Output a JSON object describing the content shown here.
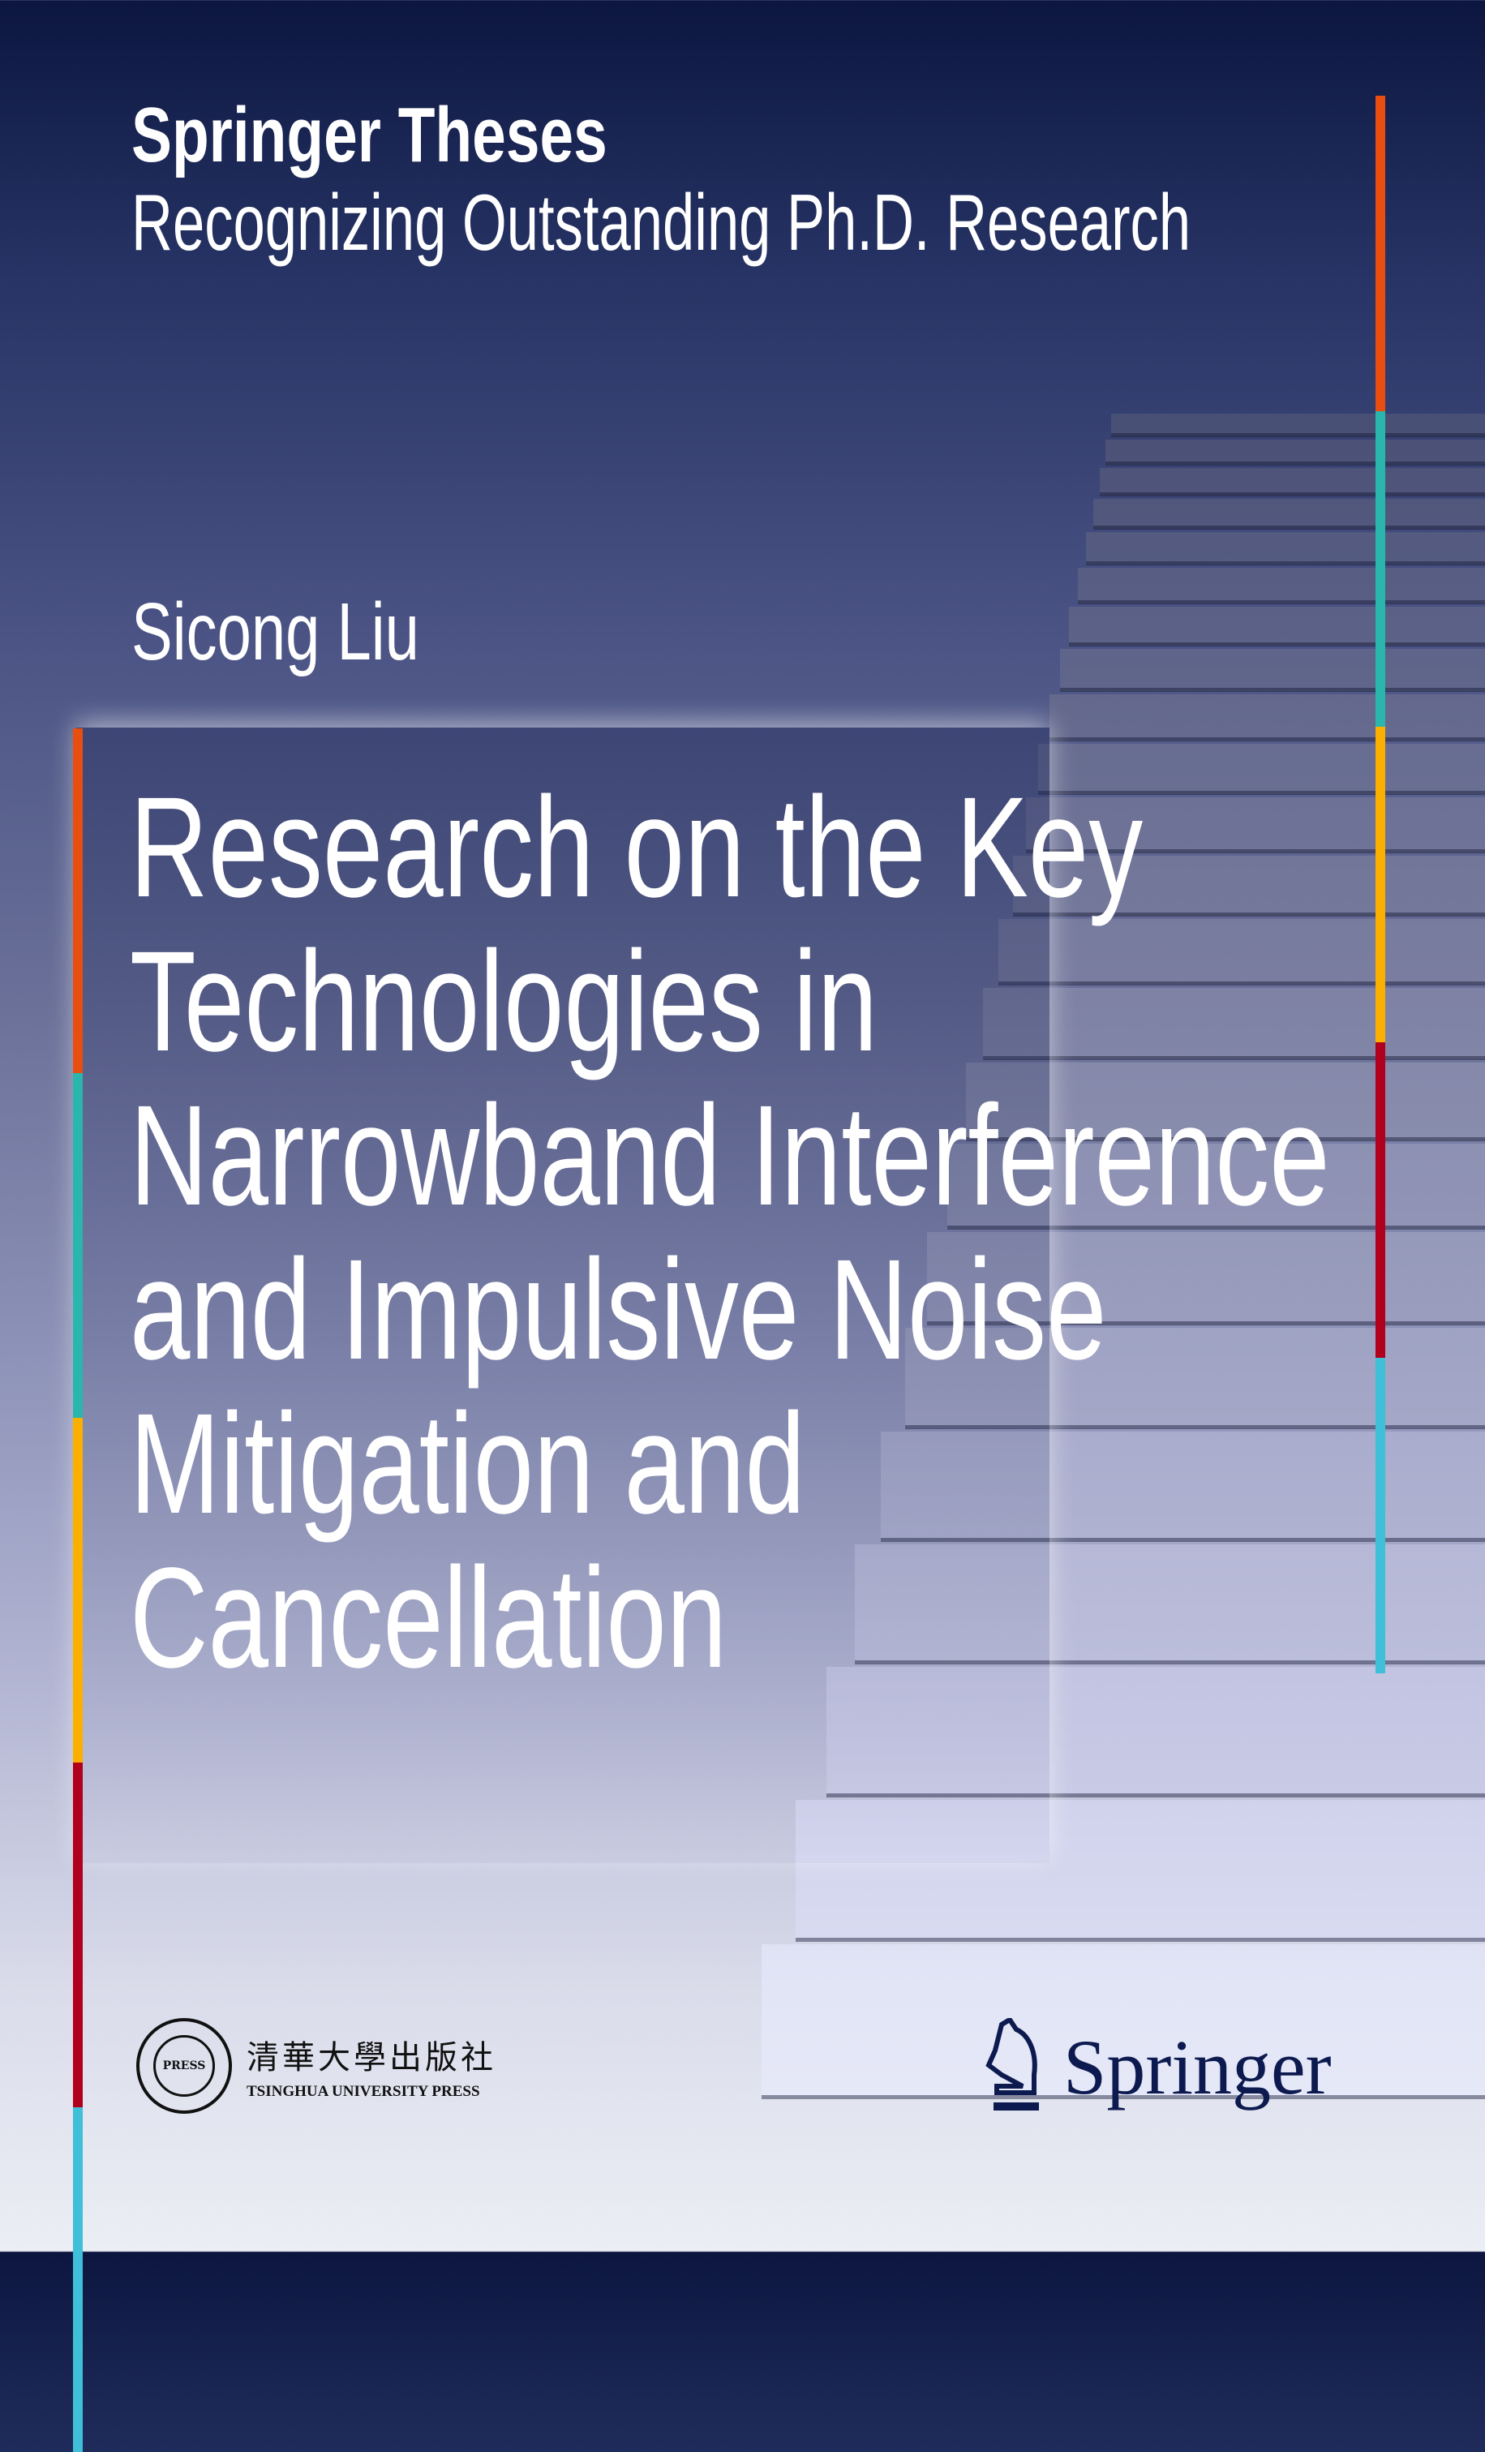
{
  "series": {
    "name": "Springer Theses",
    "tagline": "Recognizing Outstanding Ph.D. Research"
  },
  "author": "Sicong Liu",
  "title_lines": [
    "Research on the Key",
    "Technologies in",
    "Narrowband Interference",
    "and Impulsive Noise",
    "Mitigation and",
    "Cancellation"
  ],
  "publishers": {
    "tsinghua": {
      "chinese": "清華大學出版社",
      "english": "TSINGHUA UNIVERSITY PRESS",
      "seal_text": "PRESS"
    },
    "springer": {
      "name": "Springer"
    }
  },
  "colors": {
    "bar_segments": [
      "#e84e0f",
      "#2ab5ad",
      "#fbb000",
      "#b0001e",
      "#3fbfd8"
    ],
    "logo": "#0c1a4f"
  }
}
